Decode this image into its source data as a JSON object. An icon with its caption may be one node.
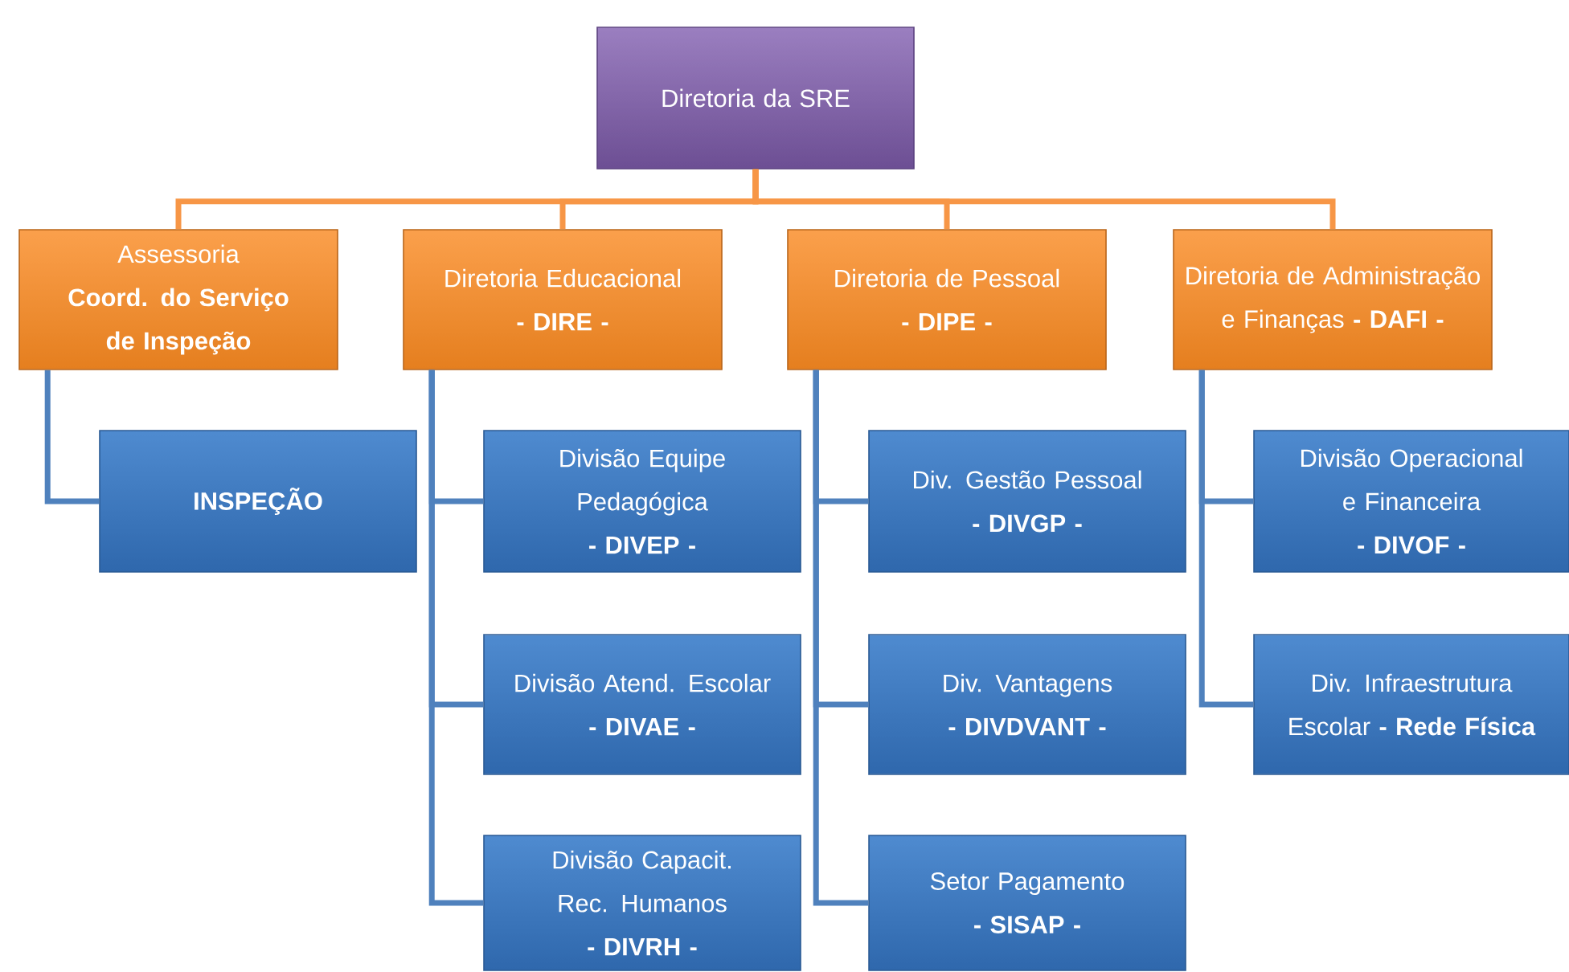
{
  "diagram": {
    "nodes": [
      {
        "text": [
          "Diretoria da SRE"
        ]
      },
      {
        "text": [
          "Assessoria",
          "Coord. do Serviço de Inspeção"
        ]
      },
      {
        "text": [
          "Diretoria Educacional",
          "- DIRE -"
        ]
      },
      {
        "text": [
          "Diretoria de Pessoal",
          "- DIPE -"
        ]
      },
      {
        "text": [
          "Diretoria de Administração e Finanças **- DAFI -**"
        ]
      },
      {
        "text": [
          "INSPEÇÃO"
        ]
      },
      {
        "text": [
          "Divisão Equipe Pedagógica",
          "- DIVEP -"
        ]
      },
      {
        "text": [
          "Divisão Atend. Escolar",
          "- DIVAE -"
        ]
      },
      {
        "text": [
          "Divisão Capacit. Rec. Humanos",
          "- DIVRH -"
        ]
      },
      {
        "text": [
          "Div. Gestão Pessoal",
          "- DIVGP -"
        ]
      },
      {
        "text": [
          "Div. Vantagens",
          "- DIVDVANT -"
        ]
      },
      {
        "text": [
          "Setor Pagamento",
          "- SISAP -"
        ]
      },
      {
        "text": [
          "Divisão Operacional e Financeira",
          "- DIVOF -"
        ]
      },
      {
        "text": [
          "Div. Infraestrutura Escolar **- Rede Física**"
        ]
      }
    ],
    "edges": [
      {
        "from": 0,
        "to": 1,
        "arrow": "none",
        "color": "#f79646"
      },
      {
        "from": 0,
        "to": 2,
        "arrow": "none",
        "color": "#f79646"
      },
      {
        "from": 0,
        "to": 3,
        "arrow": "none",
        "color": "#f79646"
      },
      {
        "from": 0,
        "to": 4,
        "arrow": "none",
        "color": "#f79646"
      },
      {
        "from": 1,
        "to": 5,
        "arrow": "none"
      },
      {
        "from": 2,
        "to": 6,
        "arrow": "none"
      },
      {
        "from": 2,
        "to": 7,
        "arrow": "none"
      },
      {
        "from": 2,
        "to": 8,
        "arrow": "none"
      },
      {
        "from": 3,
        "to": 9,
        "arrow": "none"
      },
      {
        "from": 3,
        "to": 10,
        "arrow": "none"
      },
      {
        "from": 3,
        "to": 11,
        "arrow": "none"
      },
      {
        "from": 4,
        "to": 12,
        "arrow": "none"
      },
      {
        "from": 4,
        "to": 13,
        "arrow": "none"
      }
    ]
  }
}
